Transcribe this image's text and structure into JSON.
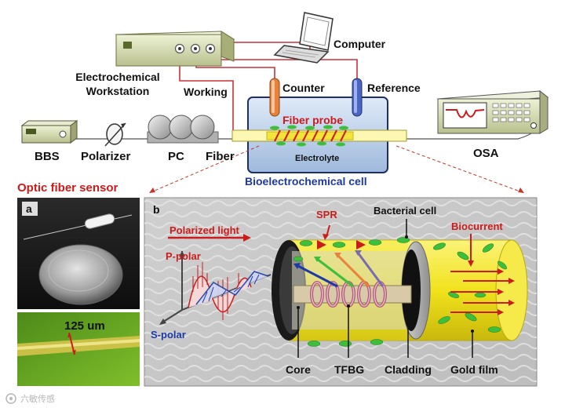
{
  "top": {
    "computer": "Computer",
    "workstation_line1": "Electrochemical",
    "workstation_line2": "Workstation",
    "working": "Working",
    "counter": "Counter",
    "reference": "Reference",
    "bbs": "BBS",
    "polarizer": "Polarizer",
    "pc": "PC",
    "fiber": "Fiber",
    "fiber_probe": "Fiber probe",
    "electrolyte": "Electrolyte",
    "cell": "Bioelectrochemical cell",
    "osa": "OSA"
  },
  "sensor_title": "Optic fiber sensor",
  "panel_a": {
    "letter": "a",
    "measure": "125 um"
  },
  "panel_b": {
    "letter": "b",
    "polarized_light": "Polarized light",
    "p_polar": "P-polar",
    "s_polar": "S-polar",
    "spr": "SPR",
    "bacterial_cell": "Bacterial cell",
    "biocurrent": "Biocurrent",
    "core": "Core",
    "tfbg": "TFBG",
    "cladding": "Cladding",
    "gold_film": "Gold film"
  },
  "watermark": "六敏传感",
  "colors": {
    "label_red": "#cc1b1b",
    "label_blue": "#1d39a6",
    "wire_red": "#c8323a",
    "gold": "#f2e62c",
    "bacteria_green": "#3dbf3d"
  }
}
